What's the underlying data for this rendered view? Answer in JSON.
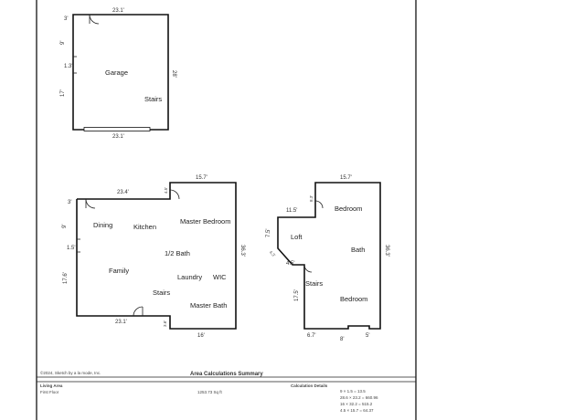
{
  "garage": {
    "top_dim": "23.1'",
    "bottom_dim": "23.1'",
    "left_dim_upper": "9'",
    "left_dim_small": "1.3'",
    "left_dim_lower": "17'",
    "left_dim_top": "3'",
    "right_dim": "28'",
    "room_garage": "Garage",
    "room_stairs": "Stairs"
  },
  "first_floor": {
    "top_left_dim": "23.4'",
    "top_right_dim": "15.7'",
    "notch_dim": "4.5'",
    "left_dim_top": "3'",
    "left_dim_upper": "9'",
    "left_dim_mid": "1.5'",
    "left_dim_lower": "17.6'",
    "bottom_left_dim": "23.1'",
    "bottom_notch_dim": "3.6'",
    "bottom_right_dim": "16'",
    "right_dim": "36.3'",
    "rooms": {
      "dining": "Dining",
      "kitchen": "Kitchen",
      "master_bedroom": "Master Bedroom",
      "half_bath": "1/2 Bath",
      "family": "Family",
      "laundry": "Laundry",
      "wic": "WIC",
      "stairs": "Stairs",
      "master_bath": "Master Bath"
    }
  },
  "second_floor": {
    "top_dim": "15.7'",
    "dim_11_5": "11.5'",
    "dim_8_3": "8.3'",
    "dim_7_5": "7.5'",
    "dim_4_3": "4.3'",
    "dim_4_5": "4.5'",
    "dim_17_5": "17.5'",
    "right_dim": "36.3'",
    "bottom_dim_a": "6.7'",
    "bottom_dim_b": "8'",
    "bottom_dim_c": "5'",
    "rooms": {
      "bedroom_top": "Bedroom",
      "loft": "Loft",
      "bath": "Bath",
      "stairs": "Stairs",
      "bedroom_bottom": "Bedroom"
    }
  },
  "footer": {
    "credit": "©2024, Sketch by a la mode, Inc.",
    "summary_title": "Area Calculations Summary",
    "row_living_label": "Living Area",
    "row_floor_label": "First Floor",
    "total_value": "1253.73 Sq ft",
    "calc_header": "Calculation Details",
    "calc_lines": [
      "9 × 1.5 = 13.5",
      "28.6 × 23.2 = 660.96",
      "16 × 32.2 = 515.2",
      "4.5 × 15.7 = 64.37"
    ]
  }
}
